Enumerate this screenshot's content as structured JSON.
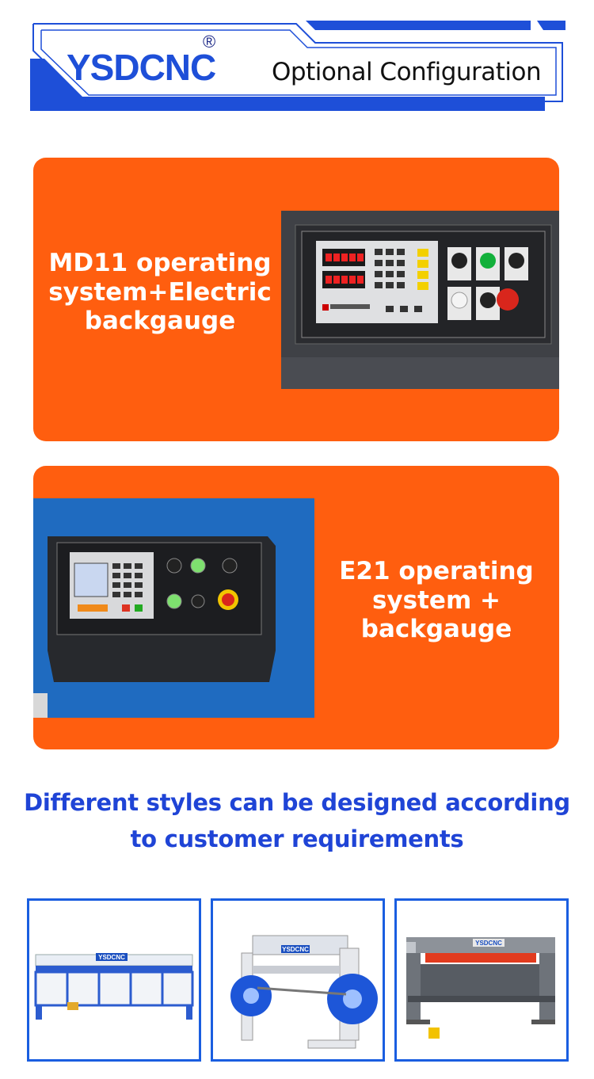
{
  "header": {
    "logo_text": "YSDCNC",
    "logo_reg": "®",
    "title": "Optional Configuration"
  },
  "cards": [
    {
      "lines": [
        "MD11 operating",
        "system+Electric",
        "backgauge"
      ],
      "image": "md11-control-panel"
    },
    {
      "lines": [
        "E21 operating",
        "system +",
        "backgauge"
      ],
      "image": "e21-control-panel"
    }
  ],
  "tagline": {
    "line1": "Different styles can be designed according",
    "line2": "to customer requirements"
  },
  "thumbnails": [
    {
      "image": "shearing-machine-blue-long",
      "brand": "YSDCNC"
    },
    {
      "image": "mechanical-shearing-machine-flywheel",
      "brand": "YSDCNC"
    },
    {
      "image": "shearing-machine-grey-frame",
      "brand": "YSDCNC"
    }
  ],
  "colors": {
    "accent_blue": "#1e4fd8",
    "card_orange": "#ff5e0f",
    "tagline_blue": "#1f44d6"
  }
}
